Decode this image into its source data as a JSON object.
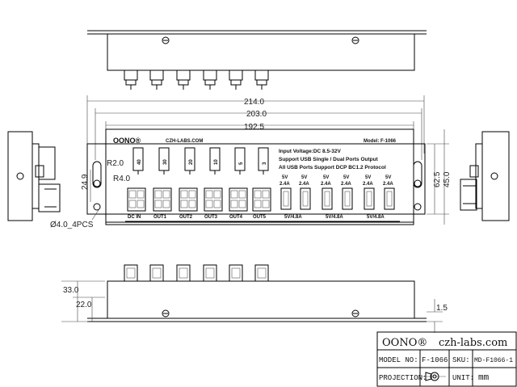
{
  "dimensions": {
    "overall_width": "214.0",
    "hole_spacing": "203.0",
    "body_width": "192.5",
    "radius_top": "R2.0",
    "radius_slot": "R4.0",
    "slot_height": "24.9",
    "holes_note": "Ø4.0_4PCS",
    "outer_height": "62.5",
    "inner_height": "45.0",
    "side_height": "33.0",
    "side_inner": "22.0",
    "plate_thickness": "1.5"
  },
  "panel": {
    "brand": "OONO®",
    "site": "CZH-LABS.COM",
    "model_label": "Model: F-1066",
    "info_lines": [
      "Input Voltage:DC 8.5-32V",
      "Support USB Single / Dual Ports Output",
      "All USB Ports Support DCP BC1.2 Protocol"
    ],
    "fuses": [
      "40",
      "30",
      "20",
      "10",
      "5",
      "3"
    ],
    "outputs": [
      "DC IN",
      "OUT1",
      "OUT2",
      "OUT3",
      "OUT4",
      "OUT5"
    ],
    "usb_ports": [
      {
        "v": "5V",
        "a": "2.4A"
      },
      {
        "v": "5V",
        "a": "2.4A"
      },
      {
        "v": "5V",
        "a": "2.4A"
      },
      {
        "v": "5V",
        "a": "2.4A"
      },
      {
        "v": "5V",
        "a": "2.4A"
      },
      {
        "v": "5V",
        "a": "2.4A"
      }
    ],
    "usb_groups": [
      "5V/4.8A",
      "5V/4.8A",
      "5V/4.8A"
    ]
  },
  "title_block": {
    "brand": "OONO®",
    "website": "czh-labs.com",
    "model_no_label": "MODEL NO:",
    "model_no": "F-1066",
    "sku_label": "SKU:",
    "sku": "MD-F1066-1",
    "projection_label": "PROJECTION:",
    "unit_label": "UNIT:",
    "unit": "mm"
  }
}
